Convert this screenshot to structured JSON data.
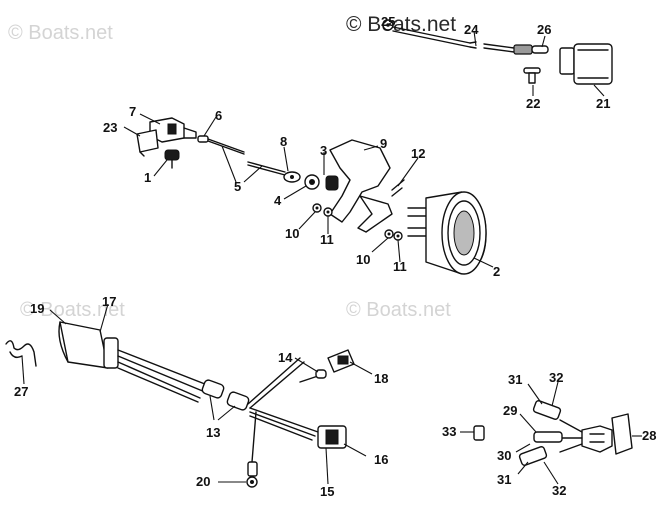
{
  "watermarks": [
    {
      "id": "wm-1",
      "text": "© Boats.net",
      "style": "light"
    },
    {
      "id": "wm-2",
      "text": "© Boats.net",
      "style": "dark"
    },
    {
      "id": "wm-3",
      "text": "© Boats.net",
      "style": "light"
    },
    {
      "id": "wm-4",
      "text": "© Boats.net",
      "style": "light"
    }
  ],
  "callouts": [
    {
      "id": "c25",
      "label": "25"
    },
    {
      "id": "c24",
      "label": "24"
    },
    {
      "id": "c26",
      "label": "26"
    },
    {
      "id": "c22",
      "label": "22"
    },
    {
      "id": "c21",
      "label": "21"
    },
    {
      "id": "c7",
      "label": "7"
    },
    {
      "id": "c23",
      "label": "23"
    },
    {
      "id": "c6",
      "label": "6"
    },
    {
      "id": "c1",
      "label": "1"
    },
    {
      "id": "c5",
      "label": "5"
    },
    {
      "id": "c8",
      "label": "8"
    },
    {
      "id": "c3",
      "label": "3"
    },
    {
      "id": "c9",
      "label": "9"
    },
    {
      "id": "c12",
      "label": "12"
    },
    {
      "id": "c4",
      "label": "4"
    },
    {
      "id": "c10a",
      "label": "10"
    },
    {
      "id": "c11a",
      "label": "11"
    },
    {
      "id": "c10b",
      "label": "10"
    },
    {
      "id": "c11b",
      "label": "11"
    },
    {
      "id": "c2",
      "label": "2"
    },
    {
      "id": "c19",
      "label": "19"
    },
    {
      "id": "c17",
      "label": "17"
    },
    {
      "id": "c27",
      "label": "27"
    },
    {
      "id": "c14",
      "label": "14"
    },
    {
      "id": "c18",
      "label": "18"
    },
    {
      "id": "c13",
      "label": "13"
    },
    {
      "id": "c16",
      "label": "16"
    },
    {
      "id": "c20",
      "label": "20"
    },
    {
      "id": "c15",
      "label": "15"
    },
    {
      "id": "c31a",
      "label": "31"
    },
    {
      "id": "c32a",
      "label": "32"
    },
    {
      "id": "c29",
      "label": "29"
    },
    {
      "id": "c33",
      "label": "33"
    },
    {
      "id": "c28",
      "label": "28"
    },
    {
      "id": "c30",
      "label": "30"
    },
    {
      "id": "c31b",
      "label": "31"
    },
    {
      "id": "c32b",
      "label": "32"
    }
  ]
}
